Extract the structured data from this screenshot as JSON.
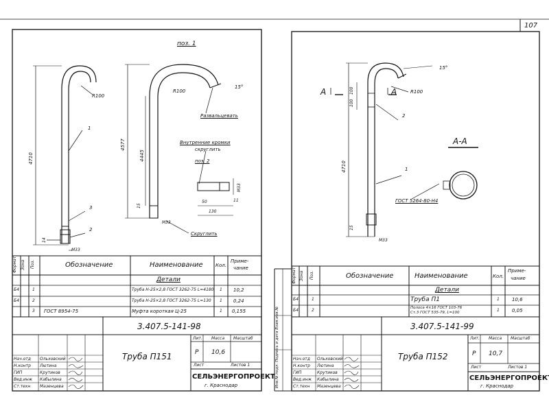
{
  "page_number": "107",
  "left": {
    "drawing": {
      "pos1_label": "поз. 1",
      "pos2_label": "поз. 2",
      "radius_a": "R100",
      "radius_b": "R100",
      "angle": "15°",
      "flare_note": "Развальцевать",
      "inner_edges_note_1": "Внутренние кромки",
      "inner_edges_note_2": "скруглить",
      "round_note": "Скруглить",
      "dim_4710": "4710",
      "dim_4577": "4577",
      "dim_4445": "4445",
      "dim_15": "15",
      "dim_14": "14",
      "dim_m33_a": "М33",
      "dim_m33_b": "М33",
      "dim_m33_c": "М33",
      "dim_50": "50",
      "dim_130": "130",
      "dim_11": "11",
      "callout_1": "1",
      "callout_2": "2",
      "callout_3": "3"
    },
    "spec": {
      "headers": {
        "format": "Формат",
        "zone": "Зона",
        "pos": "Поз.",
        "designation": "Обозначение",
        "name": "Наименование",
        "qty": "Кол.",
        "note_1": "Приме-",
        "note_2": "чание"
      },
      "section": "Детали",
      "rows": [
        {
          "format": "Б4",
          "pos": "1",
          "designation": "",
          "name": "Труба Н-25×2,8 ГОСТ 3262-75 L=4180",
          "qty": "1",
          "note": "10,2"
        },
        {
          "format": "Б4",
          "pos": "2",
          "designation": "",
          "name": "Труба Н-25×2,8 ГОСТ 3262-75 L=130",
          "qty": "1",
          "note": "0,24"
        },
        {
          "format": "",
          "pos": "3",
          "designation": "ГОСТ 8954-75",
          "name": "Муфта короткая Ц-25",
          "qty": "1",
          "note": "0,155"
        }
      ]
    },
    "title_block": {
      "code": "3.407.5-141-98",
      "title": "Труба П151",
      "lit_label": "Лит.",
      "mass_label": "Масса",
      "scale_label": "Масштаб",
      "lit": "Р",
      "mass": "10,6",
      "sheet": "Лист",
      "sheets": "Листов 1",
      "org": "СЕЛЬЭНЕРГОПРОЕКТ",
      "city": "г. Краснодар",
      "signers": [
        {
          "role": "Нач.отд",
          "name": "Ольховский"
        },
        {
          "role": "Н.контр",
          "name": "Лютина"
        },
        {
          "role": "ГИП",
          "name": "Крутиков"
        },
        {
          "role": "Вед.инж",
          "name": "Кабылина"
        },
        {
          "role": "Ст.техн",
          "name": "Мазенцева"
        }
      ]
    }
  },
  "right": {
    "drawing": {
      "angle": "15°",
      "radius": "R100",
      "section_mark_l": "А",
      "section_mark_r": "А",
      "section_title": "А-А",
      "dim_100a": "100",
      "dim_100b": "100",
      "dim_4710": "4710",
      "dim_15": "15",
      "dim_m33": "М33",
      "gost_note": "ГОСТ 5264-80-Н4",
      "callout_1": "1",
      "callout_2": "2"
    },
    "side_strip": "Инв.№ подл.  Подпись и дата  Взам.инв.№",
    "spec": {
      "headers": {
        "format": "Формат",
        "zone": "Зона",
        "pos": "Поз.",
        "designation": "Обозначение",
        "name": "Наименование",
        "qty": "Кол.",
        "note_1": "Приме-",
        "note_2": "чание"
      },
      "section": "Детали",
      "rows": [
        {
          "format": "Б4",
          "pos": "1",
          "designation": "",
          "name": "Труба П1",
          "qty": "1",
          "note": "10,6"
        },
        {
          "format": "Б4",
          "pos": "2",
          "designation": "",
          "name_1": "Полоса 4×16 ГОСТ 103-76",
          "name_2": "Ст.3 ГОСТ 535-79, L=100",
          "qty": "1",
          "note": "0,05"
        }
      ]
    },
    "title_block": {
      "code": "3.407.5-141-99",
      "title": "Труба П152",
      "lit_label": "Лит.",
      "mass_label": "Масса",
      "scale_label": "Масштаб",
      "lit": "Р",
      "mass": "10,7",
      "sheet": "Лист",
      "sheets": "Листов 1",
      "org": "СЕЛЬЭНЕРГОПРОЕКТ",
      "city": "г. Краснодар",
      "signers": [
        {
          "role": "Нач.отд",
          "name": "Ольховский"
        },
        {
          "role": "Н.контр",
          "name": "Лютина"
        },
        {
          "role": "ГИП",
          "name": "Крутиков"
        },
        {
          "role": "Вед.инж",
          "name": "Кабылина"
        },
        {
          "role": "Ст.техн",
          "name": "Мазенцева"
        }
      ]
    }
  }
}
